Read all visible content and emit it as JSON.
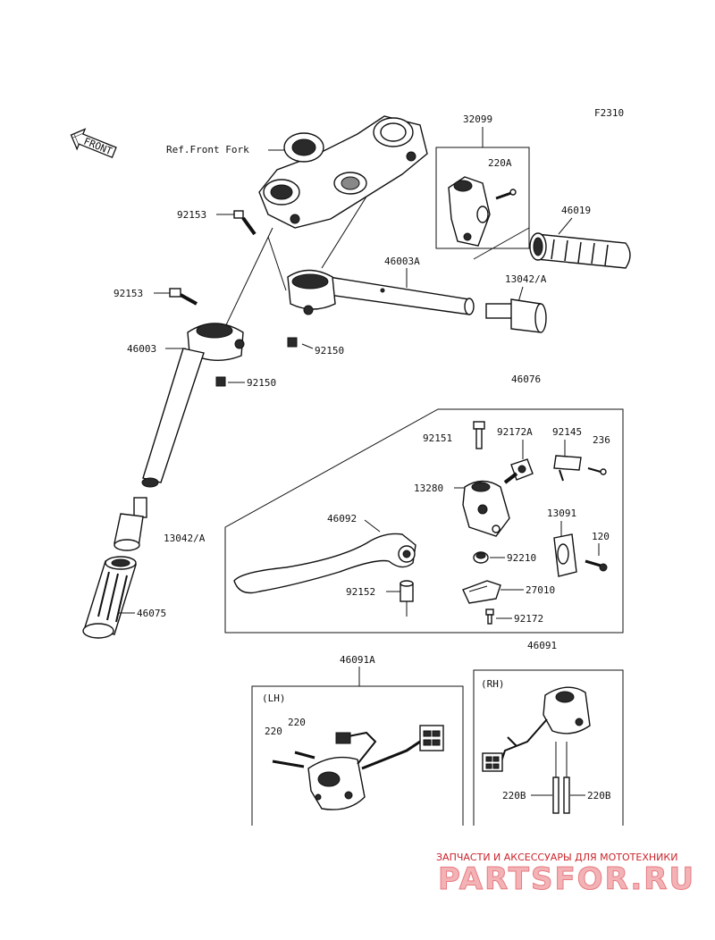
{
  "diagram_code": "F2310",
  "front_arrow_label": "FRONT",
  "ref_label": "Ref.Front Fork",
  "labels": {
    "p32099": "32099",
    "p220A": "220A",
    "p46019": "46019",
    "p92153_a": "92153",
    "p46003A": "46003A",
    "p13042A_r": "13042/A",
    "p92153_b": "92153",
    "p46003": "46003",
    "p92150_a": "92150",
    "p92150_b": "92150",
    "p46076": "46076",
    "p92151": "92151",
    "p92172A": "92172A",
    "p92145": "92145",
    "p236": "236",
    "p13280": "13280",
    "p46092": "46092",
    "p13091": "13091",
    "p13042A_l": "13042/A",
    "p120": "120",
    "p92210": "92210",
    "p92152": "92152",
    "p27010": "27010",
    "p46075": "46075",
    "p92172": "92172",
    "p46091": "46091",
    "p46091A": "46091A",
    "lh": "(LH)",
    "rh": "(RH)",
    "p220_a": "220",
    "p220_b": "220",
    "p220B_a": "220B",
    "p220B_b": "220B"
  },
  "watermark": {
    "subtitle": "ЗАПЧАСТИ И АКСЕССУАРЫ ДЛЯ МОТОТЕХНИКИ",
    "logo": "PARTSFOR.RU",
    "color": "#c9232b"
  }
}
